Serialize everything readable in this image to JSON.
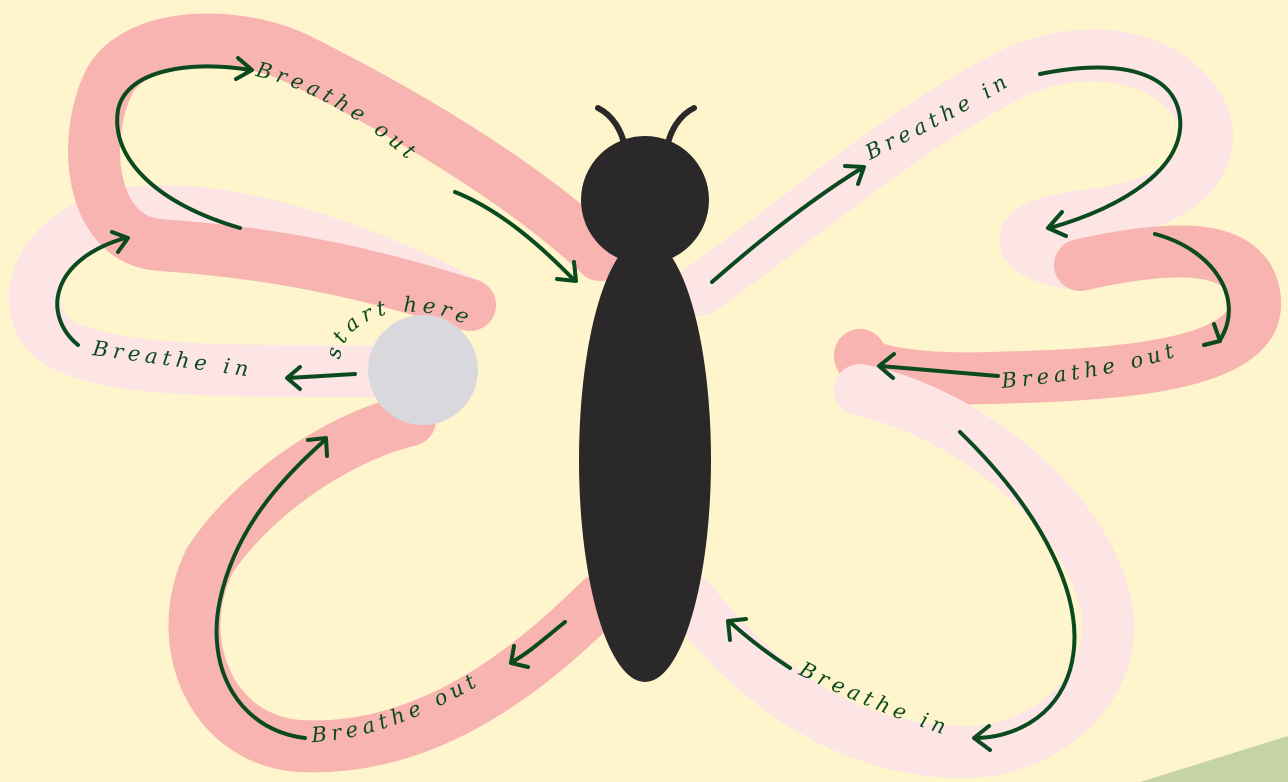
{
  "colors": {
    "background": "#FFF5CC",
    "inhale_track": "#FDE5E5",
    "exhale_track": "#F8B4B1",
    "arrow": "#0B4A1F",
    "body": "#2A2829",
    "start_dot": "#D9D9DD",
    "corner_accent": "#C6D3A3"
  },
  "labels": {
    "start": "start here",
    "left_in": "Breathe in",
    "left_out_top": "Breathe out",
    "right_in_top": "Breathe in",
    "right_out": "Breathe out",
    "right_in_bottom": "Breathe in",
    "left_out_bottom": "Breathe out"
  }
}
